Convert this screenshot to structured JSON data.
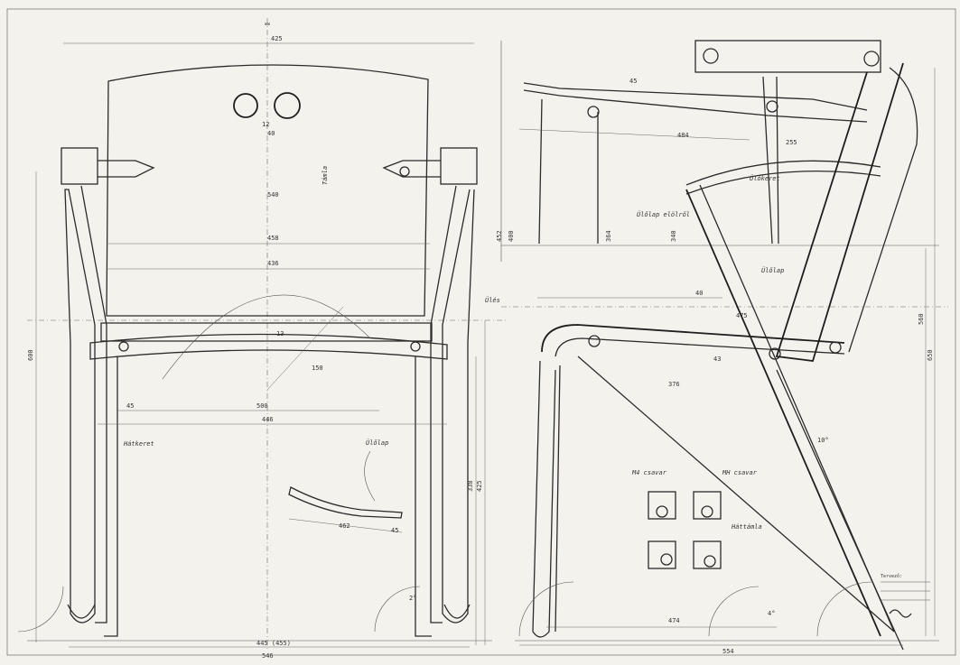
{
  "drawing": {
    "labels": {
      "front_width_top": "425",
      "top_mark": "ww",
      "hole_offset": "12",
      "hole_spacing": "40",
      "height_540": "540",
      "width_458": "458",
      "width_436": "436",
      "dim_500": "500",
      "dim_446": "446",
      "dim_45": "45",
      "total_height_600": "600",
      "bottom_width": "445 (455)",
      "bottom_total": "546",
      "dim_462": "462",
      "dim_13": "13",
      "dim_150": "150",
      "dim_45_right": "45",
      "dim_338": "338",
      "dim_425": "425",
      "side_top_width": "484",
      "side_dim_255": "255",
      "side_dim_45": "45",
      "side_dim_452": "452",
      "side_dim_400": "400",
      "side_dim_364": "364",
      "side_dim_340": "340",
      "side_dim_474": "474",
      "side_dim_554": "554",
      "side_dim_475": "475",
      "side_dim_650": "650",
      "side_dim_560": "560",
      "side_dim_43": "43",
      "side_dim_40": "40",
      "side_dim_376": "376",
      "angle_1": "2°",
      "angle_2": "4°",
      "angle_3": "10°",
      "hand_note_1": "Támla",
      "hand_note_2": "Ülőlap",
      "hand_note_3": "Hátkeret",
      "hand_note_4": "Ülés",
      "hand_note_5": "Ülőlap elölről",
      "hand_note_6": "M4 csavar",
      "hand_note_7": "Ülőkeret",
      "hand_note_8": "Ülőlap",
      "hand_note_9": "MH csavar",
      "hand_note_10": "Háttámla",
      "title_block": "Tervező:",
      "signature": "signature"
    }
  }
}
